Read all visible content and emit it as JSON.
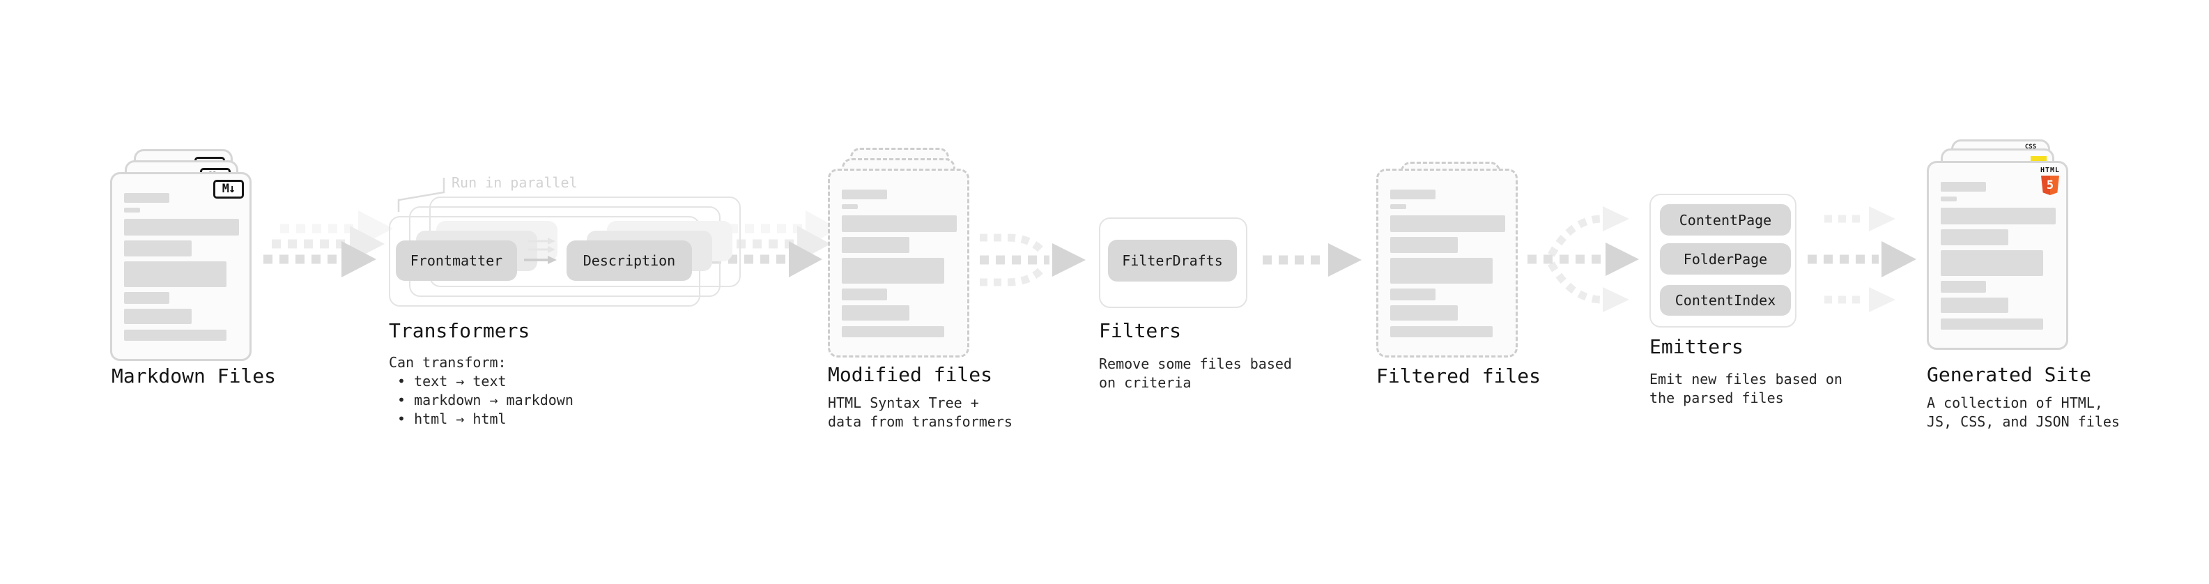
{
  "sections": {
    "markdown_files": {
      "label": "Markdown Files",
      "badge_text": "M↓"
    },
    "transformers": {
      "title": "Transformers",
      "note": "Run in parallel",
      "chips": [
        "Frontmatter",
        "Description"
      ],
      "body_heading": "Can transform:",
      "bullets": [
        "• text → text",
        "• markdown → markdown",
        "• html → html"
      ]
    },
    "modified_files": {
      "title": "Modified files",
      "subtitle": [
        "HTML Syntax Tree +",
        "data from transformers"
      ]
    },
    "filters": {
      "title": "Filters",
      "chip": "FilterDrafts",
      "subtitle": [
        "Remove some files based",
        "on criteria"
      ]
    },
    "filtered_files": {
      "title": "Filtered files"
    },
    "emitters": {
      "title": "Emitters",
      "chips": [
        "ContentPage",
        "FolderPage",
        "ContentIndex"
      ],
      "subtitle": [
        "Emit new files based on",
        "the parsed files"
      ]
    },
    "generated_site": {
      "title": "Generated Site",
      "subtitle": [
        "A collection of HTML,",
        "JS, CSS, and JSON files"
      ],
      "badges": {
        "html5_label": "HTML",
        "html5_number": "5",
        "css_label": "CSS"
      }
    }
  },
  "colors": {
    "background": "#ffffff",
    "chip_bg": "#d8d8d8",
    "doc_border": "#d6d6d6",
    "arrow_main": "#d5d5d5",
    "html5_orange": "#e44d26",
    "js_yellow": "#f7df1e",
    "css_blue": "#2760e6"
  }
}
